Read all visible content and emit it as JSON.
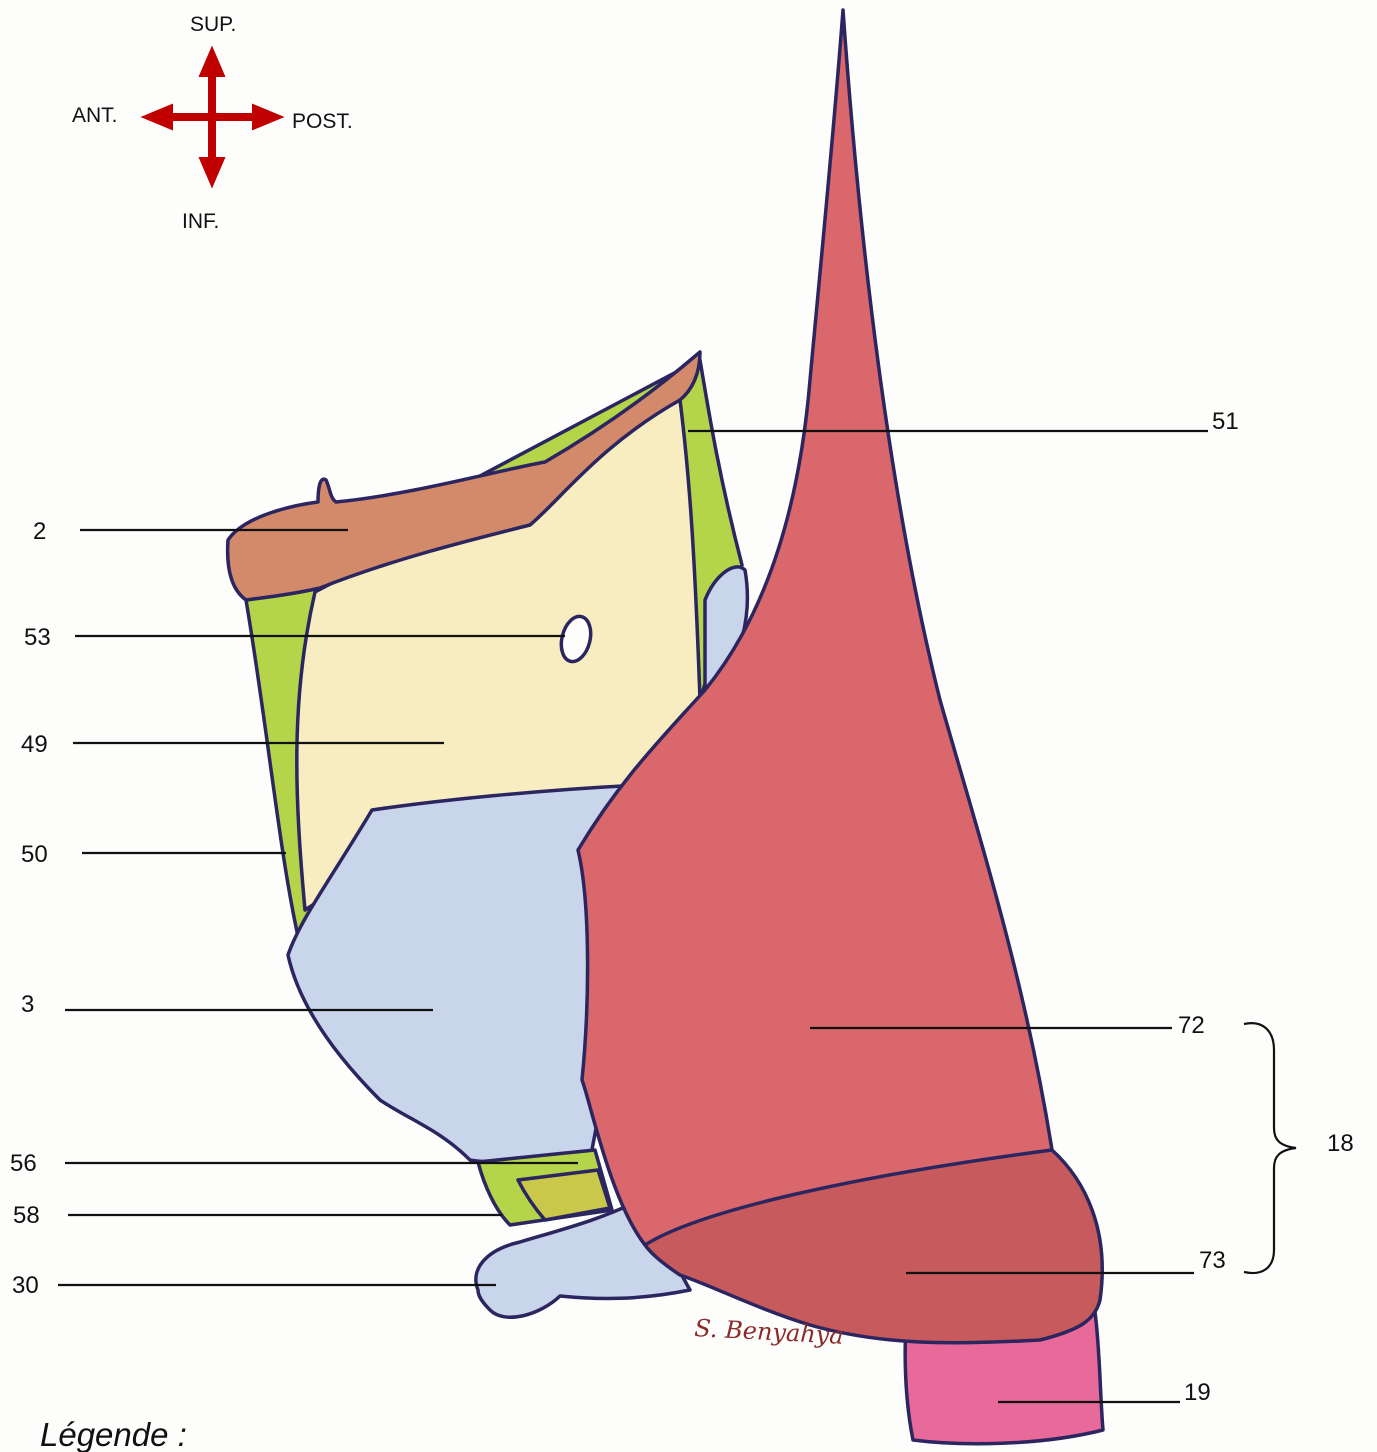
{
  "orientation": {
    "sup": "SUP.",
    "inf": "INF.",
    "ant": "ANT.",
    "post": "POST.",
    "arrow_color": "#c00000"
  },
  "labels": {
    "l2": "2",
    "l53": "53",
    "l49": "49",
    "l50": "50",
    "l3": "3",
    "l56": "56",
    "l58": "58",
    "l30": "30",
    "l51": "51",
    "l72": "72",
    "l18": "18",
    "l73": "73",
    "l19": "19"
  },
  "signature": "S. Benyahya",
  "legend_title": "Légende :",
  "colors": {
    "hyoid": "#d28a6a",
    "thyroid": "#f8edc0",
    "membrane": "#b4d44a",
    "cartilage_blue": "#c9d5ea",
    "muscle": "#d9676b",
    "muscle_lower": "#c65a5c",
    "trachea": "#e86a9a",
    "outline": "#2b2560"
  }
}
